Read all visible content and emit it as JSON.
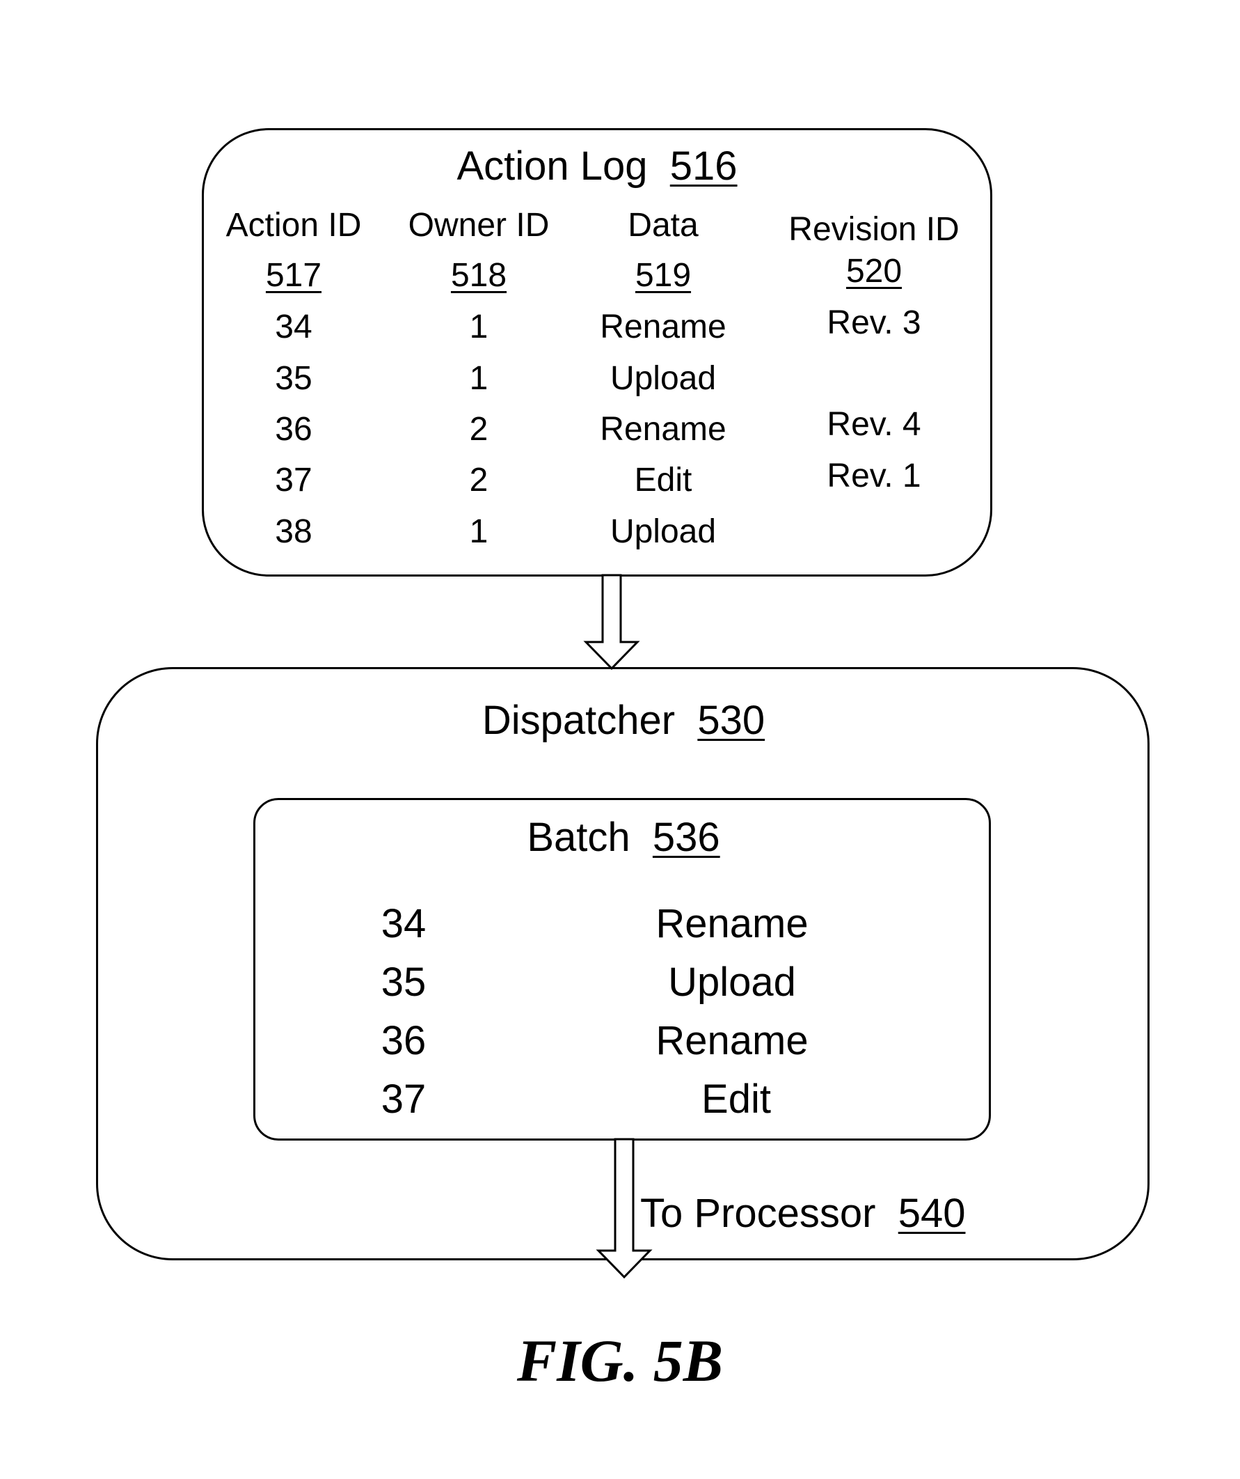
{
  "action_log": {
    "title": "Action Log",
    "ref": "516",
    "columns": [
      {
        "label": "Action ID",
        "ref": "517"
      },
      {
        "label": "Owner ID",
        "ref": "518"
      },
      {
        "label": "Data",
        "ref": "519"
      },
      {
        "label": "Revision ID",
        "ref": "520"
      }
    ],
    "rows": [
      {
        "action_id": "34",
        "owner_id": "1",
        "data": "Rename",
        "revision": "Rev. 3"
      },
      {
        "action_id": "35",
        "owner_id": "1",
        "data": "Upload",
        "revision": ""
      },
      {
        "action_id": "36",
        "owner_id": "2",
        "data": "Rename",
        "revision": "Rev. 4"
      },
      {
        "action_id": "37",
        "owner_id": "2",
        "data": "Edit",
        "revision": "Rev. 1"
      },
      {
        "action_id": "38",
        "owner_id": "1",
        "data": "Upload",
        "revision": ""
      }
    ]
  },
  "dispatcher": {
    "title": "Dispatcher",
    "ref": "530"
  },
  "batch": {
    "title": "Batch",
    "ref": "536",
    "rows": [
      {
        "action_id": "34",
        "data": "Rename"
      },
      {
        "action_id": "35",
        "data": "Upload"
      },
      {
        "action_id": "36",
        "data": "Rename"
      },
      {
        "action_id": "37",
        "data": "Edit"
      }
    ]
  },
  "output": {
    "label": "To Processor",
    "ref": "540"
  },
  "figure_label": "FIG. 5B"
}
